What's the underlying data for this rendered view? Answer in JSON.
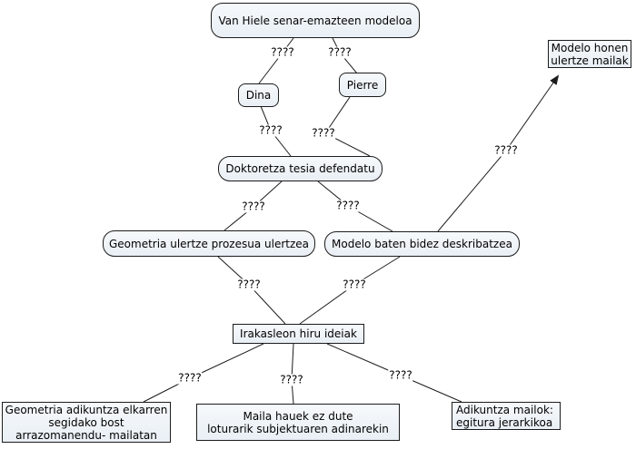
{
  "diagram": {
    "nodes": {
      "van_hiele": {
        "label": "Van Hiele senar-emazteen modeloa"
      },
      "dina": {
        "label": "Dina"
      },
      "pierre": {
        "label": "Pierre"
      },
      "doktoretza": {
        "label": "Doktoretza tesia defendatu"
      },
      "geometria_ulertze": {
        "label": "Geometria ulertze prozesua ulertzea"
      },
      "modelo_baten": {
        "label": "Modelo baten bidez deskribatzea"
      },
      "modelo_honen": {
        "lines": [
          "Modelo honen",
          "ulertze mailak"
        ]
      },
      "irakasleon": {
        "label": "Irakasleon hiru ideiak"
      },
      "geometria_adikuntza": {
        "lines": [
          "Geometria adikuntza elkarren",
          "segidako bost",
          "arrazomanendu- mailatan"
        ]
      },
      "maila_hauek": {
        "lines": [
          "Maila  hauek ez dute",
          "loturarik subjektuaren adinarekin"
        ]
      },
      "adikuntza_mailok": {
        "lines": [
          "Adikuntza mailok:",
          "egitura jerarkikoa"
        ]
      }
    },
    "links": [
      {
        "from": "van_hiele",
        "to": "dina",
        "label": "????"
      },
      {
        "from": "van_hiele",
        "to": "pierre",
        "label": "????"
      },
      {
        "from": "dina",
        "to": "doktoretza",
        "label": "????"
      },
      {
        "from": "pierre",
        "to": "doktoretza",
        "label": "????"
      },
      {
        "from": "doktoretza",
        "to": "geometria_ulertze",
        "label": "????"
      },
      {
        "from": "doktoretza",
        "to": "modelo_baten",
        "label": "????"
      },
      {
        "from": "modelo_baten",
        "to": "modelo_honen",
        "label": "????",
        "arrow": true
      },
      {
        "from": "geometria_ulertze",
        "to": "irakasleon",
        "label": "????"
      },
      {
        "from": "modelo_baten",
        "to": "irakasleon",
        "label": "????"
      },
      {
        "from": "irakasleon",
        "to": "geometria_adikuntza",
        "label": "????"
      },
      {
        "from": "irakasleon",
        "to": "maila_hauek",
        "label": "????"
      },
      {
        "from": "irakasleon",
        "to": "adikuntza_mailok",
        "label": "????"
      }
    ],
    "colors": {
      "canvas": "#ffffff",
      "node_fill": "#edf2f6",
      "node_border": "#1c1c1c",
      "line": "#1c1c1c",
      "text": "#000000"
    }
  }
}
